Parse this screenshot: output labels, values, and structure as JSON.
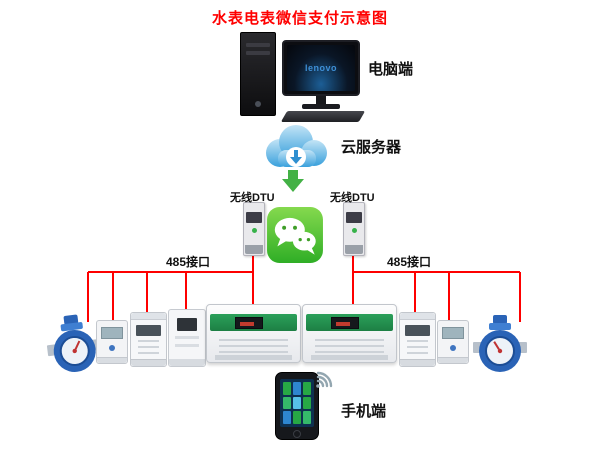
{
  "title": "水表电表微信支付示意图",
  "computer": {
    "label": "电脑端",
    "screen_text": "lenovo"
  },
  "cloud": {
    "label": "云服务器"
  },
  "dtu": {
    "left_label": "无线DTU",
    "right_label": "无线DTU"
  },
  "bus": {
    "left_label": "485接口",
    "right_label": "485接口"
  },
  "phone": {
    "label": "手机端"
  },
  "icons": {
    "cloud": "cloud-download-icon",
    "arrow": "green-down-arrow-icon",
    "wechat": "wechat-logo-icon",
    "wifi": "wifi-signal-icon"
  },
  "colors": {
    "title": "#ff0000",
    "wire": "#fe0000",
    "arrow_green": "#43b145",
    "wechat_green": "#3dbb2e",
    "cloud_blue": "#3aa0dc",
    "meter_blue": "#2a63b6"
  }
}
